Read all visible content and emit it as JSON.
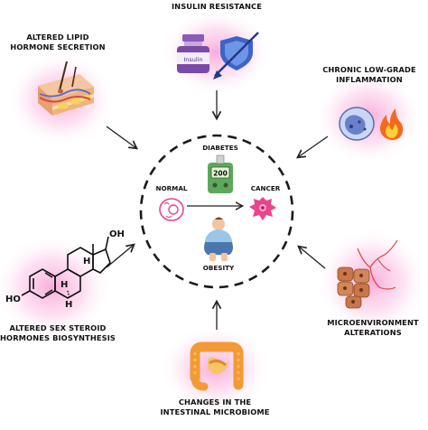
{
  "factors": {
    "insulin_resistance": {
      "line1": "INSULIN RESISTANCE",
      "vial_text": "Insulin"
    },
    "altered_lipid": {
      "line1": "ALTERED LIPID",
      "line2": "HORMONE SECRETION"
    },
    "chronic_inflammation": {
      "line1": "CHRONIC LOW-GRADE",
      "line2": "INFLAMMATION"
    },
    "altered_sex_steroid": {
      "line1": "ALTERED SEX STEROID",
      "line2": "HORMONES BIOSYNTHESIS"
    },
    "microenvironment": {
      "line1": "MICROENVIRONMENT",
      "line2": "ALTERATIONS"
    },
    "microbiome": {
      "line1": "CHANGES IN THE",
      "line2": "INTESTINAL MICROBIOME"
    }
  },
  "center": {
    "diabetes": "DIABETES",
    "normal": "NORMAL",
    "cancer": "CANCER",
    "obesity": "OBESITY",
    "glucometer_reading": "200"
  },
  "molecule": {
    "oh_top": "OH",
    "oh_left": "HO",
    "h1": "H",
    "h2": "H",
    "h3": "H"
  },
  "colors": {
    "glow_pink": "#f7a8d8",
    "arrow": "#222222",
    "dashed_circle": "#1a1a1a",
    "vial_purple": "#7b4aa8",
    "shield_blue": "#3c64c8",
    "fire_orange": "#f26a1b",
    "cancer_pink": "#e8458f",
    "intestine_orange": "#f39a34",
    "glucometer_green": "#5ca85c",
    "tissue_brown": "#c8764a"
  }
}
